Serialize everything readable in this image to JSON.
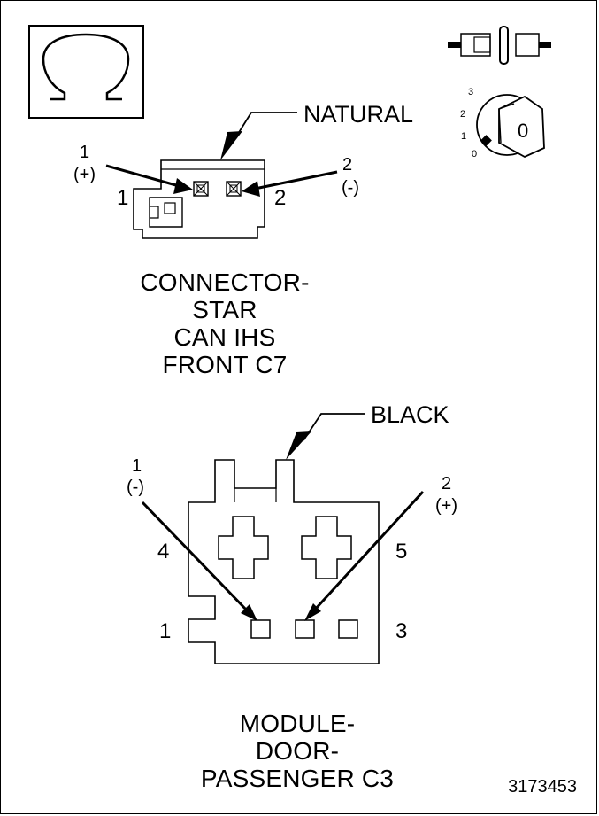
{
  "connector1": {
    "color_label": "NATURAL",
    "pin_a_num": "1",
    "pin_a_sign": "(+)",
    "pin_b_num": "2",
    "pin_b_sign": "(-)",
    "cavity_left": "1",
    "cavity_right": "2",
    "name_lines": [
      "CONNECTOR-",
      "STAR",
      "CAN IHS",
      "FRONT C7"
    ]
  },
  "connector2": {
    "color_label": "BLACK",
    "pin_a_num": "1",
    "pin_a_sign": "(-)",
    "pin_b_num": "2",
    "pin_b_sign": "(+)",
    "cavity_4": "4",
    "cavity_5": "5",
    "cavity_1": "1",
    "cavity_3": "3",
    "name_lines": [
      "MODULE-",
      "DOOR-",
      "PASSENGER C3"
    ]
  },
  "ignition": {
    "positions": [
      "3",
      "2",
      "1",
      "0"
    ],
    "key_label": "0"
  },
  "figure_id": "3173453",
  "icons": [
    "ohm-symbol-icon",
    "connector-disconnected-icon",
    "ignition-key-icon"
  ]
}
